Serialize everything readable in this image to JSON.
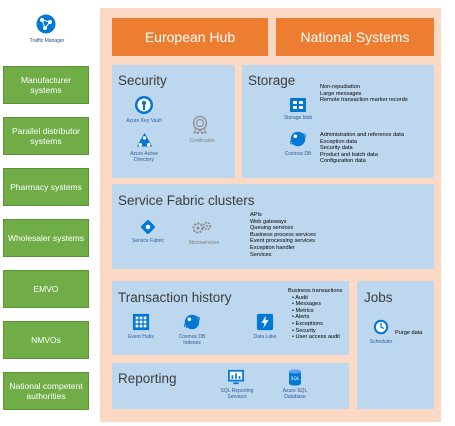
{
  "traffic_manager": {
    "label": "Traffic Manager",
    "icon": "traffic-manager-icon"
  },
  "sidebar": {
    "items": [
      {
        "label": "Manufacturer systems"
      },
      {
        "label": "Parallel distributor systems"
      },
      {
        "label": "Pharmacy systems"
      },
      {
        "label": "Wholesaler systems"
      },
      {
        "label": "EMVO"
      },
      {
        "label": "NMVOs"
      },
      {
        "label": "National competent authorities"
      }
    ]
  },
  "header": {
    "european_hub": "European Hub",
    "national_systems": "National Systems"
  },
  "security": {
    "title": "Security",
    "key_vault": "Azure Key Vault",
    "active_directory": "Azure Active Directory",
    "certificates": "Certificates"
  },
  "storage": {
    "title": "Storage",
    "blob_label": "Storage blob",
    "blob_items": [
      "Non-repudiation",
      "Large messages",
      "Remote transaction marker records"
    ],
    "cosmos_label": "Cosmos DB",
    "cosmos_items": [
      "Administration and reference data",
      "Exception data",
      "Security data",
      "Product and batch data",
      "Configuration data"
    ]
  },
  "service_fabric": {
    "title": "Service Fabric clusters",
    "sf_label": "Service Fabric",
    "ms_label": "Microservices",
    "items": [
      "APIs",
      "Web gateways",
      "Queuing services",
      "Business process services",
      "Event processing services",
      "Exception handler",
      "Services"
    ]
  },
  "transaction": {
    "title": "Transaction history",
    "event_hubs": "Event Hubs",
    "cosmos_indexes": "Cosmos DB Indexes",
    "data_lake": "Data Lake",
    "bt_title": "Business transactions",
    "bt_items": [
      "Audit",
      "Messages",
      "Metrics",
      "Alerts",
      "Exceptions",
      "Security",
      "User access audit"
    ]
  },
  "jobs": {
    "title": "Jobs",
    "scheduler": "Scheduler",
    "purge": "Purge data"
  },
  "reporting": {
    "title": "Reporting",
    "sql_reporting": "SQL Reporting Services",
    "sql_db": "Azure SQL Database"
  },
  "colors": {
    "sidebar_green": "#70ad47",
    "container_salmon": "#fbd9c4",
    "header_orange": "#ed7d31",
    "panel_blue": "#bdd7ee",
    "azure_blue": "#0078d4"
  }
}
